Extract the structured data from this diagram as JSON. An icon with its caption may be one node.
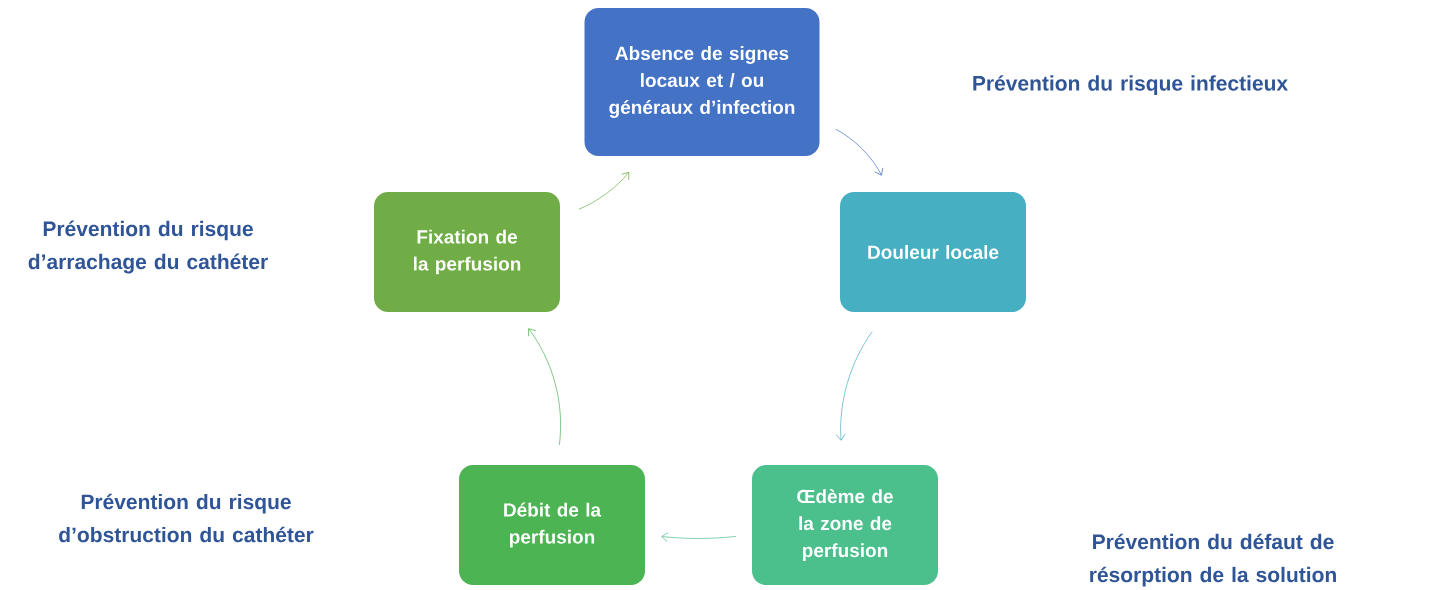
{
  "diagram": {
    "nodes": [
      {
        "text": [
          "Absence de signes locaux et / ou généraux d’infection"
        ]
      },
      {
        "text": [
          "Douleur locale"
        ]
      },
      {
        "text": [
          "Œdème de la zone de perfusion"
        ]
      },
      {
        "text": [
          "Débit de la perfusion"
        ]
      },
      {
        "text": [
          "Fixation de la perfusion"
        ]
      }
    ],
    "edges": [
      {
        "from": 0,
        "to": 1,
        "arrow": "to",
        "color": "#4472c4"
      },
      {
        "from": 1,
        "to": 2,
        "arrow": "to",
        "color": "#46afc2"
      },
      {
        "from": 2,
        "to": 3,
        "arrow": "to",
        "color": "#4bbf8c"
      },
      {
        "from": 3,
        "to": 4,
        "arrow": "to",
        "color": "#4cb452"
      },
      {
        "from": 4,
        "to": 0,
        "arrow": "to",
        "color": "#70ad47"
      }
    ],
    "labels": [
      "Prévention du risque infectieux",
      "Prévention du risque d’arrachage du cathéter",
      "Prévention du risque d’obstruction du cathéter",
      "Prévention du défaut de résorption de la solution"
    ]
  }
}
